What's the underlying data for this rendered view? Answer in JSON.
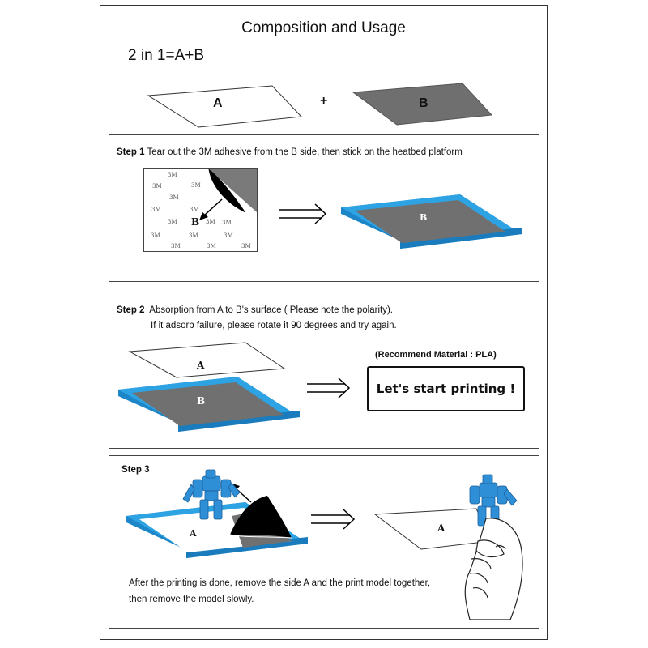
{
  "title": "Composition and Usage",
  "formula": "2 in 1=A+B",
  "plus": "+",
  "sheet_a_label": "A",
  "sheet_b_label": "B",
  "step1": {
    "label": "Step 1",
    "text": "Tear out the 3M adhesive from the B side, then stick on the heatbed platform",
    "adhesive_mark": "3M",
    "b_label": "B",
    "platform_label": "B"
  },
  "step2": {
    "label": "Step 2",
    "text_line1": "Absorption from A to B's surface ( Please note the polarity).",
    "text_line2": "If it adsorb failure, please rotate it 90 degrees and try again.",
    "a_label": "A",
    "b_label": "B",
    "recommend": "(Recommend Material : PLA)",
    "start_printing": "Let's start printing !"
  },
  "step3": {
    "label": "Step 3",
    "a_label": "A",
    "a_label_2": "A",
    "text_line1": "After the printing is done, remove the side A and the print model together,",
    "text_line2": "then remove the model slowly."
  },
  "colors": {
    "frame_blue": "#2ea3e3",
    "sheet_gray": "#707070",
    "robot_blue": "#2f8fd6"
  }
}
